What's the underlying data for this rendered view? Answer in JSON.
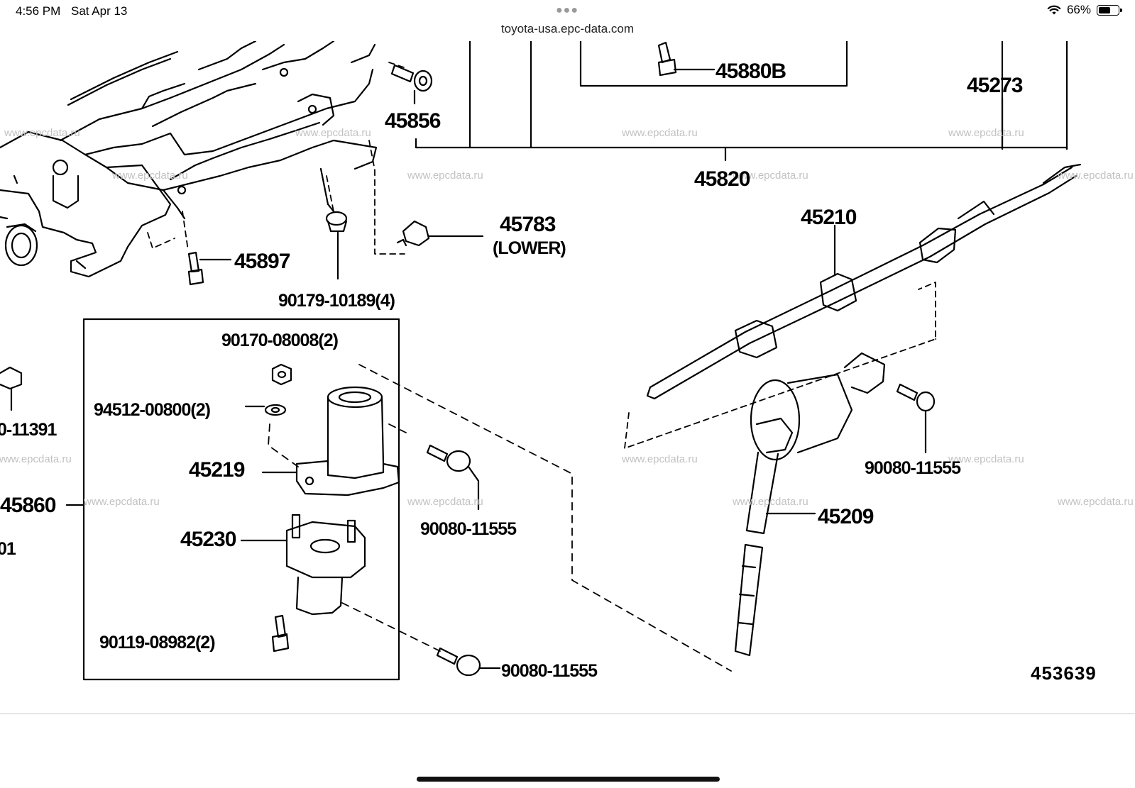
{
  "status_bar": {
    "time": "4:56 PM",
    "date": "Sat Apr 13",
    "battery_percent": "66%",
    "battery_level": 0.66,
    "icons": [
      "wifi-icon",
      "battery-icon",
      "more-dots-icon"
    ]
  },
  "browser": {
    "url": "toyota-usa.epc-data.com"
  },
  "watermark": "www.epcdata.ru",
  "diagram": {
    "reference_number": "453639",
    "parts": {
      "p45880B": "45880B",
      "p45273": "45273",
      "p45856": "45856",
      "p45820": "45820",
      "p45210": "45210",
      "p45783": "45783",
      "p45783_note": "(LOWER)",
      "p45897": "45897",
      "p90179": "90179-10189(4)",
      "p90170": "90170-08008(2)",
      "p94512": "94512-00800(2)",
      "p11391": "0-11391",
      "p45219": "45219",
      "p45860": "45860",
      "p01": "01",
      "p45230": "45230",
      "p90119": "90119-08982(2)",
      "p90080a": "90080-11555",
      "p90080b": "90080-11555",
      "p90080c": "90080-11555",
      "p45209": "45209"
    }
  }
}
